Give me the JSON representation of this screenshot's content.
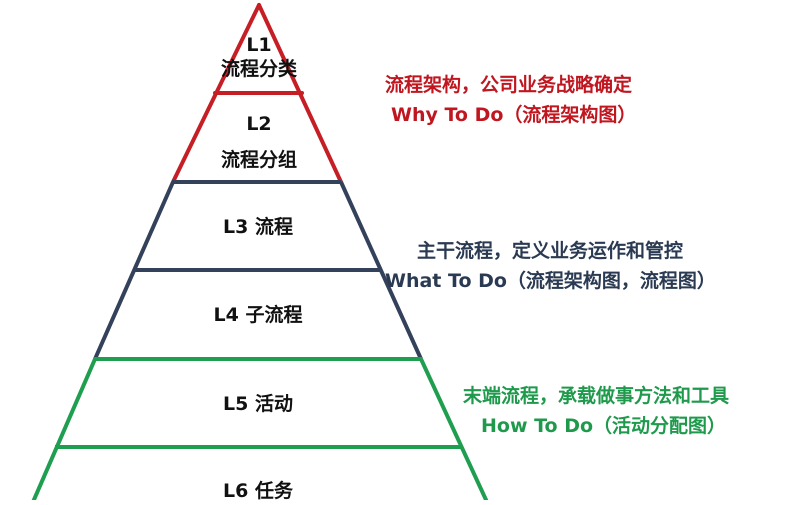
{
  "colors": {
    "top": "#c61e25",
    "middle": "#33415a",
    "bottom": "#1f9e50"
  },
  "levels": [
    {
      "code": "L1",
      "name": "流程分类",
      "group": "top"
    },
    {
      "code": "L2",
      "name": "流程分组",
      "group": "top"
    },
    {
      "code": "L3",
      "name": "流程",
      "label": "L3 流程",
      "group": "middle"
    },
    {
      "code": "L4",
      "name": "子流程",
      "label": "L4 子流程",
      "group": "middle"
    },
    {
      "code": "L5",
      "name": "活动",
      "label": "L5 活动",
      "group": "bottom"
    },
    {
      "code": "L6",
      "name": "任务",
      "label": "L6 任务",
      "group": "bottom"
    }
  ],
  "annotations": {
    "top": {
      "line1": "流程架构，公司业务战略确定",
      "line2": "Why To Do（流程架构图）"
    },
    "middle": {
      "line1": "主干流程，定义业务运作和管控",
      "line2": "What To Do（流程架构图，流程图）"
    },
    "bottom": {
      "line1": "末端流程，承载做事方法和工具",
      "line2": "How To Do（活动分配图）"
    }
  }
}
